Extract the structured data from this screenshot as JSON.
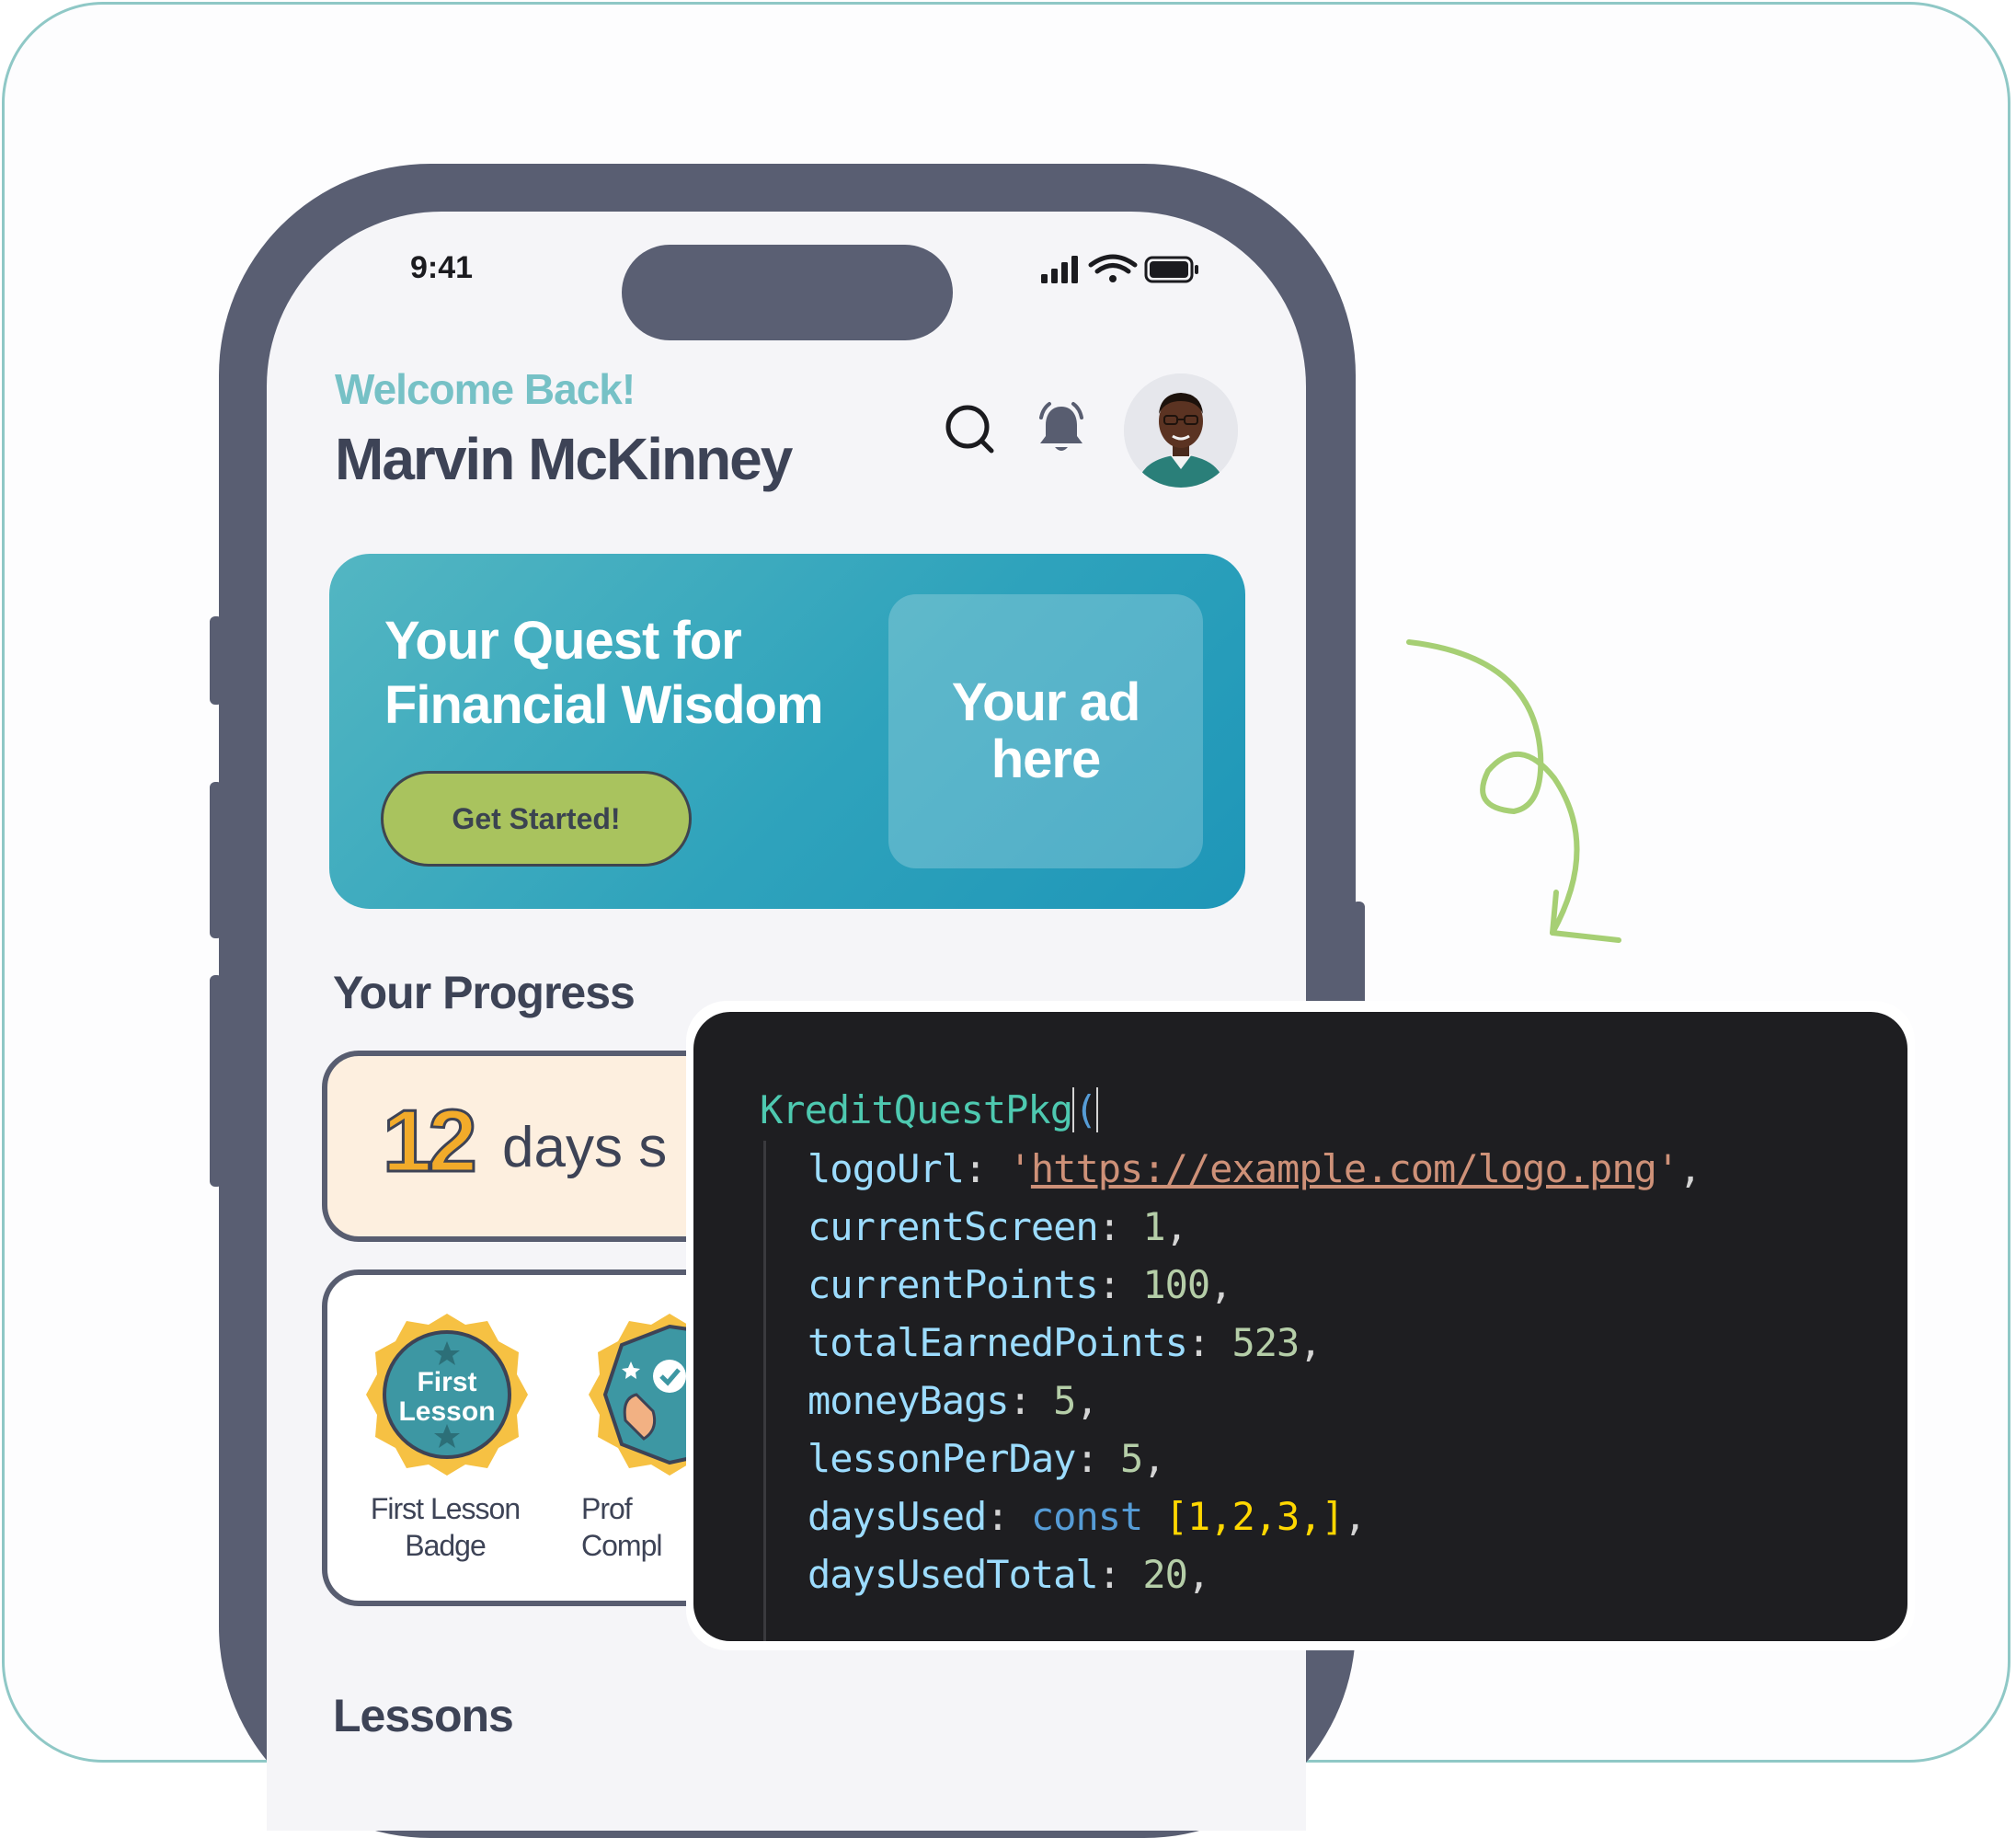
{
  "status_bar": {
    "time": "9:41"
  },
  "header": {
    "welcome": "Welcome Back!",
    "user_name": "Marvin McKinney"
  },
  "banner": {
    "title": "Your Quest for Financial Wisdom",
    "cta_label": "Get Started!",
    "ad_text": "Your ad here"
  },
  "progress": {
    "heading": "Your Progress",
    "streak_number": "12",
    "streak_text": "days s"
  },
  "badges": [
    {
      "icon_text": "First Lesson",
      "label": "First Lesson Badge"
    },
    {
      "label": "Prof Compl"
    }
  ],
  "lessons": {
    "heading": "Lessons"
  },
  "code": {
    "function_name": "KreditQuestPkg",
    "open_paren": "(",
    "lines": [
      {
        "key": "logoUrl",
        "value": "https://example.com/logo.png"
      },
      {
        "key": "currentScreen",
        "value": "1"
      },
      {
        "key": "currentPoints",
        "value": "100"
      },
      {
        "key": "totalEarnedPoints",
        "value": "523"
      },
      {
        "key": "moneyBags",
        "value": "5"
      },
      {
        "key": "lessonPerDay",
        "value": "5"
      },
      {
        "key": "daysUsed",
        "keyword": "const",
        "value": "[1,2,3,]"
      },
      {
        "key": "daysUsedTotal",
        "value": "20"
      }
    ]
  },
  "colors": {
    "accent_teal": "#76c1c6",
    "banner_teal": "#2fa3bc",
    "cta_green": "#a9c35e",
    "streak_orange": "#f2ab2a",
    "frame_border": "#8fc8c6",
    "arrow_green": "#a6cf74"
  }
}
